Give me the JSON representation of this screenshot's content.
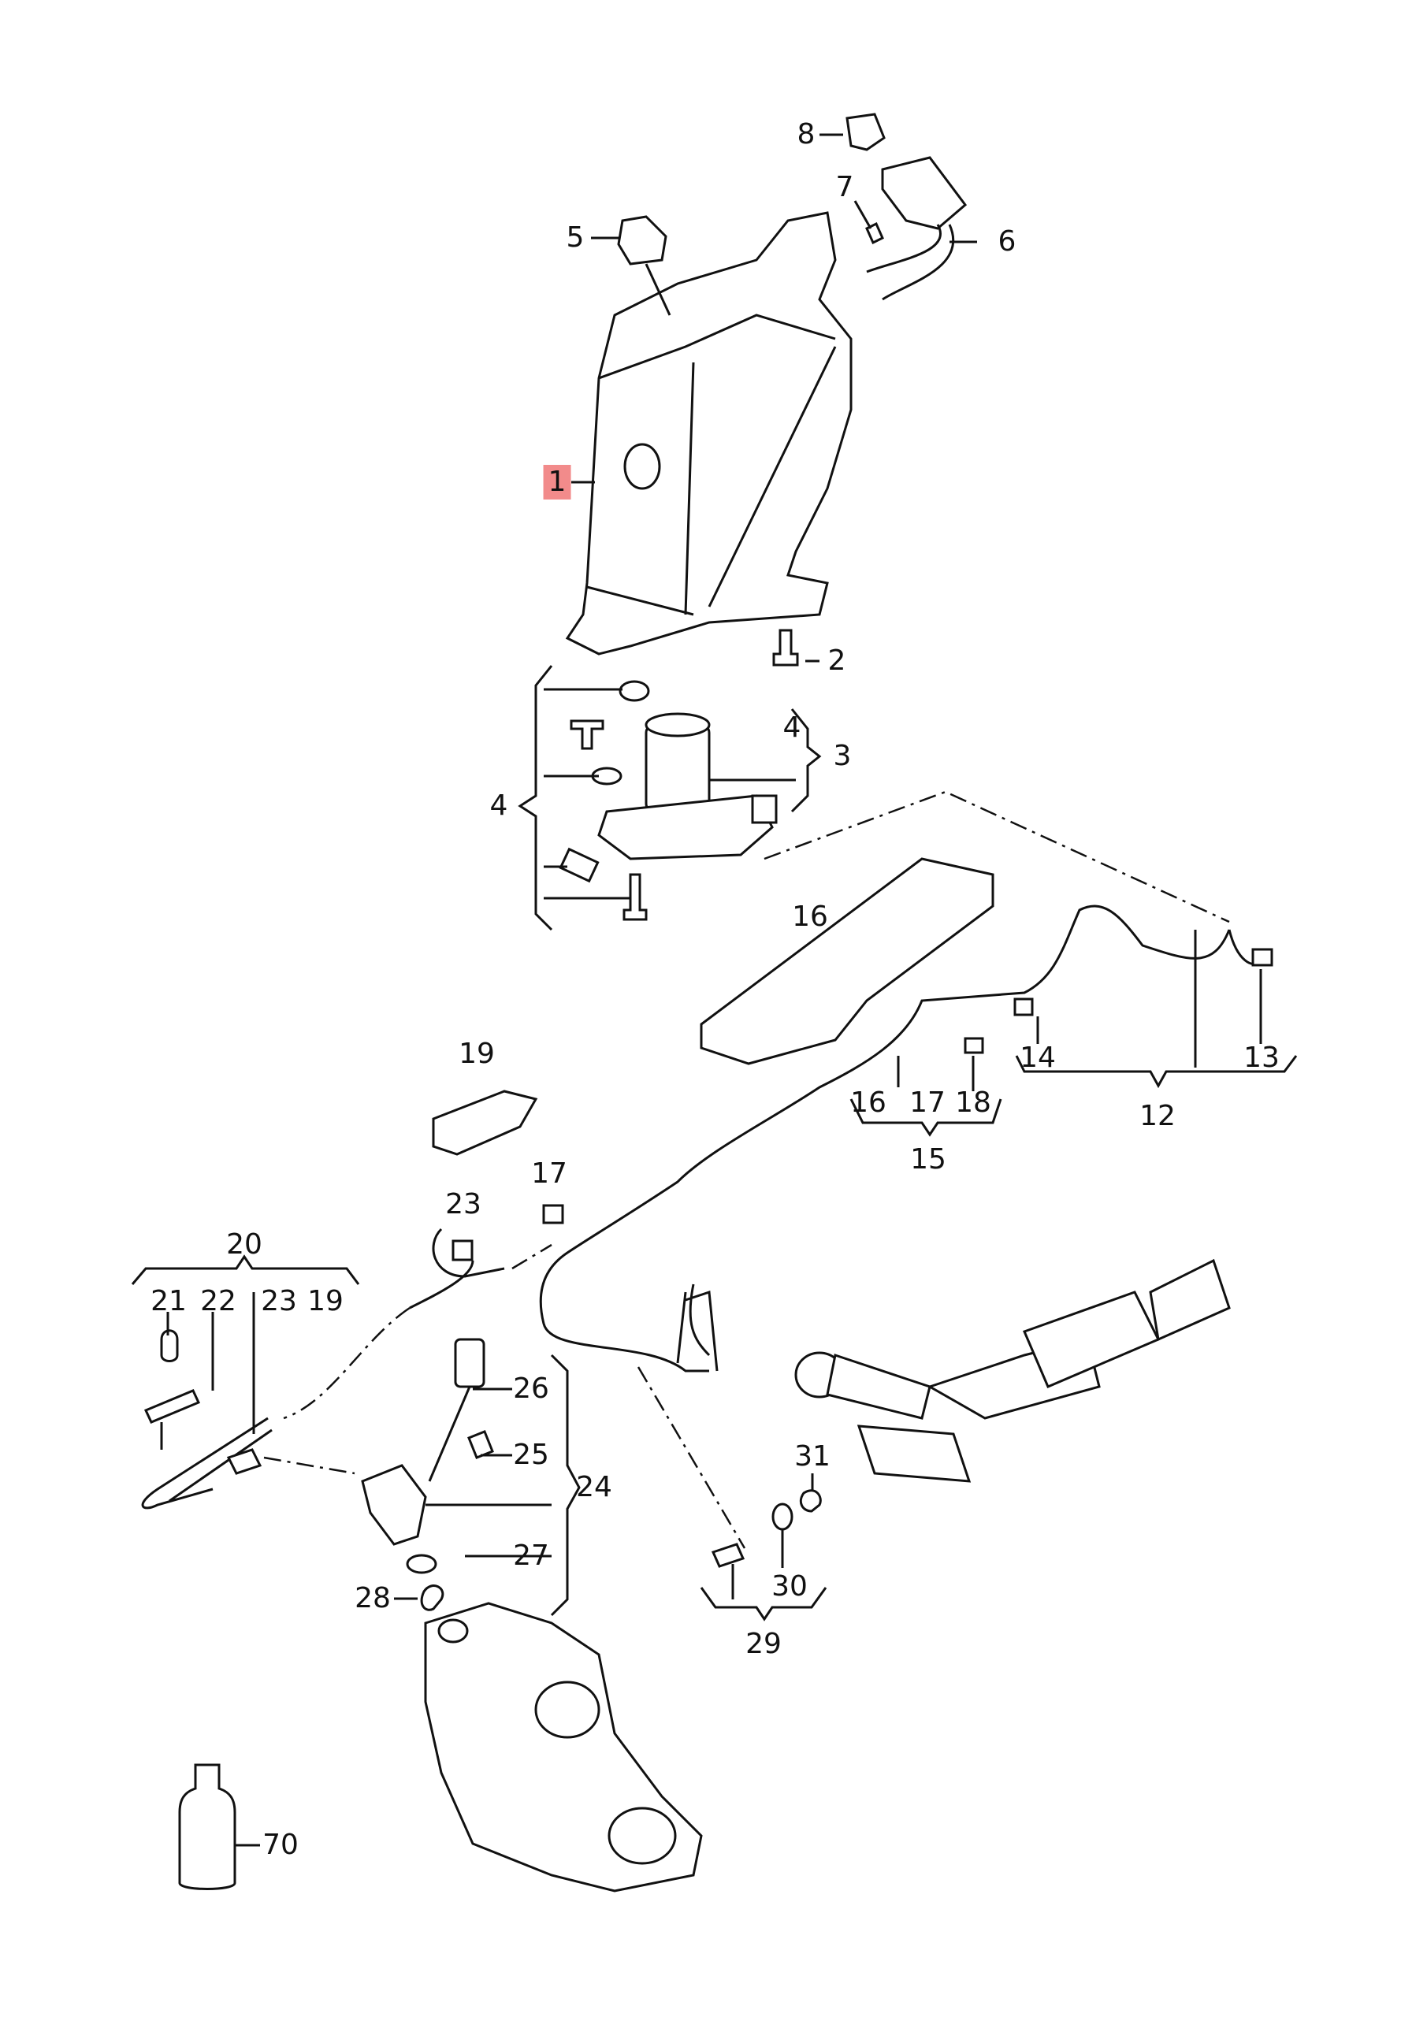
{
  "colors": {
    "highlight": "#f28b8b",
    "line": "#111111",
    "background": "#ffffff"
  },
  "labels": {
    "p1": "1",
    "p2": "2",
    "p3": "3",
    "p4a": "4",
    "p4b": "4",
    "p5": "5",
    "p6": "6",
    "p7": "7",
    "p8": "8",
    "p12": "12",
    "p13": "13",
    "p14": "14",
    "p15": "15",
    "p16a": "16",
    "p16b": "16",
    "p17a": "17",
    "p17b": "17",
    "p18": "18",
    "p19a": "19",
    "p19b": "19",
    "p20": "20",
    "p21": "21",
    "p22": "22",
    "p23a": "23",
    "p23b": "23",
    "p24": "24",
    "p25": "25",
    "p26": "26",
    "p27": "27",
    "p28": "28",
    "p29": "29",
    "p30": "30",
    "p31": "31",
    "p70": "70"
  }
}
